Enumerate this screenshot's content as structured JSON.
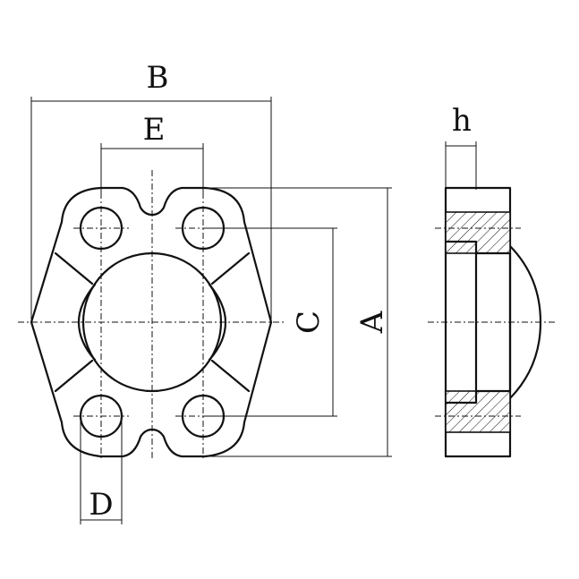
{
  "drawing": {
    "labels": {
      "A": "A",
      "B": "B",
      "C": "C",
      "D": "D",
      "E": "E",
      "h": "h"
    },
    "colors": {
      "line": "#111111",
      "background": "#ffffff"
    }
  }
}
